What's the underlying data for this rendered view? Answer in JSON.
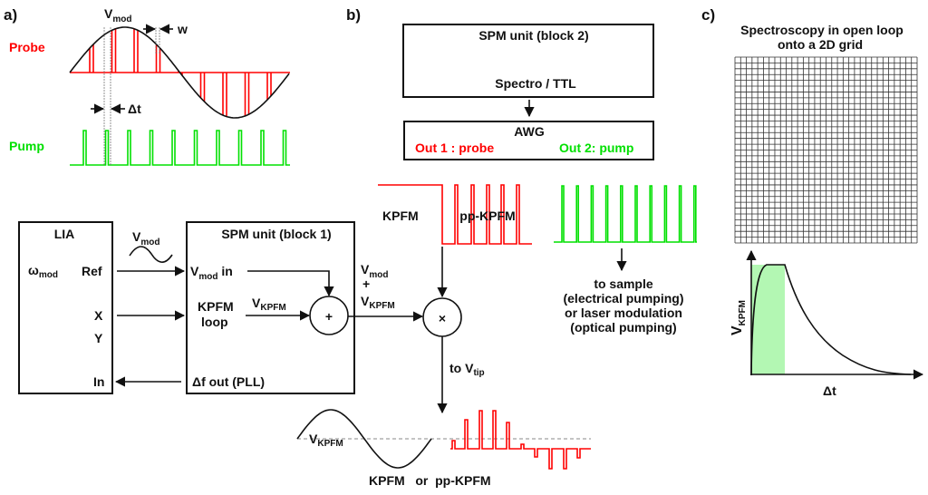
{
  "colors": {
    "probe": "#ff0000",
    "pump": "#00e000",
    "ink": "#111111",
    "highlight": "#b3f7b3"
  },
  "panel_a": {
    "label": "a)",
    "vmod": {
      "main": "V",
      "sub": "mod"
    },
    "w": "w",
    "probe": "Probe",
    "pump": "Pump",
    "delta_t": "Δt"
  },
  "lia": {
    "title": "LIA",
    "omega": {
      "main": "ω",
      "sub": "mod"
    },
    "ref": "Ref",
    "x": "X",
    "y": "Y",
    "in": "In"
  },
  "vmod_signal": {
    "main": "V",
    "sub": "mod"
  },
  "block1": {
    "title": "SPM unit (block 1)",
    "vmod_in": {
      "main": "V",
      "sub": "mod",
      "rest": " in"
    },
    "kpfm_loop": [
      "KPFM",
      "loop"
    ],
    "vkpfm": {
      "main": "V",
      "sub": "KPFM"
    },
    "sum_symbol": "+",
    "df_out": "Δf out (PLL)"
  },
  "sum_label": {
    "vmod": {
      "main": "V",
      "sub": "mod"
    },
    "plus": "+",
    "vkpfm": {
      "main": "V",
      "sub": "KPFM"
    }
  },
  "mult_symbol": "×",
  "to_vtip": {
    "main": "to V",
    "sub": "tip"
  },
  "output": {
    "vkpfm": {
      "main": "V",
      "sub": "KPFM"
    },
    "caption": "KPFM   or  pp-KPFM"
  },
  "panel_b": {
    "label": "b)",
    "block2_title": "SPM unit (block 2)",
    "spectro": "Spectro / TTL",
    "awg": "AWG",
    "out1": "Out 1 : probe",
    "out2": "Out 2: pump",
    "kpfm": "KPFM",
    "pp_kpfm": "pp-KPFM",
    "to_sample": [
      "to sample",
      "(electrical pumping)",
      "or laser modulation",
      "(optical pumping)"
    ]
  },
  "panel_c": {
    "label": "c)",
    "title": [
      "Spectroscopy in open loop",
      "onto a 2D grid"
    ],
    "ylabel": {
      "main": "V",
      "sub": "KPFM"
    },
    "xlabel": "Δt"
  }
}
